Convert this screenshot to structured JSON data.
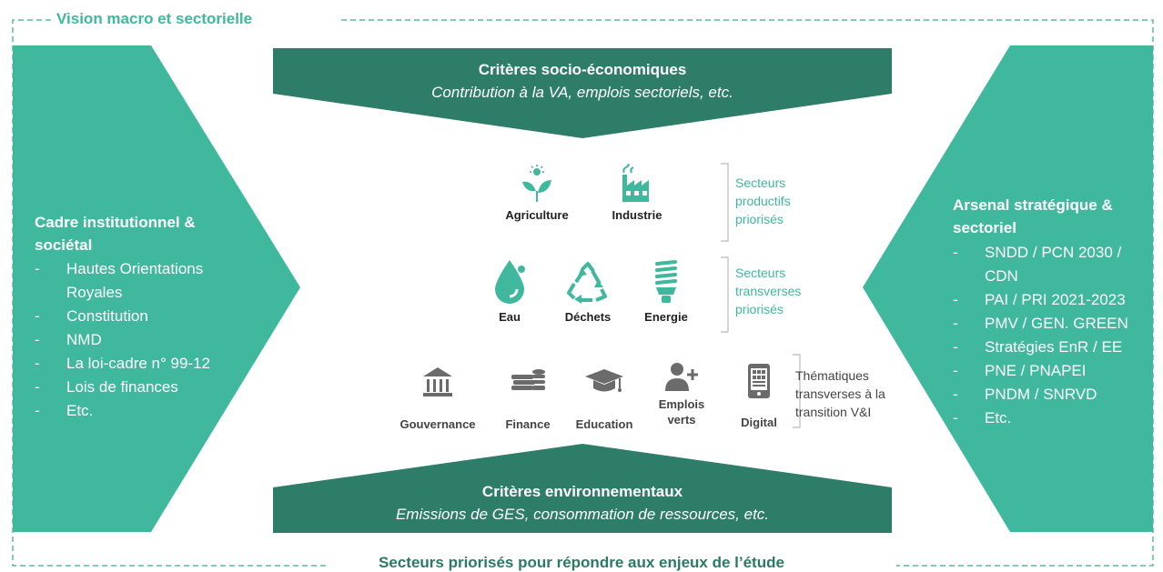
{
  "frame_title": "Vision macro et sectorielle",
  "bottom_title": "Secteurs priorisés pour répondre aux enjeux de l’étude",
  "left_panel": {
    "title": "Cadre institutionnel & sociétal",
    "items": [
      "Hautes Orientations Royales",
      "Constitution",
      "NMD",
      "La loi-cadre n° 99-12",
      "Lois de finances",
      "Etc."
    ]
  },
  "right_panel": {
    "title": "Arsenal stratégique & sectoriel",
    "items": [
      "SNDD / PCN 2030 / CDN",
      "PAI / PRI 2021-2023",
      "PMV / GEN. GREEN",
      "Stratégies EnR / EE",
      "PNE / PNAPEI",
      "PNDM / SNRVD",
      "Etc."
    ]
  },
  "top_banner": {
    "title": "Critères socio-économiques",
    "subtitle": "Contribution à la VA, emplois sectoriels, etc."
  },
  "bottom_banner": {
    "title": "Critères environnementaux",
    "subtitle": "Emissions de GES, consommation de ressources, etc."
  },
  "productive": {
    "note": [
      "Secteurs",
      "productifs",
      "priorisés"
    ],
    "items": [
      {
        "label": "Agriculture",
        "icon": "agriculture-icon"
      },
      {
        "label": "Industrie",
        "icon": "factory-icon"
      }
    ]
  },
  "transverse": {
    "note": [
      "Secteurs",
      "transverses",
      "priorisés"
    ],
    "items": [
      {
        "label": "Eau",
        "icon": "water-drop-icon"
      },
      {
        "label": "Déchets",
        "icon": "recycle-icon"
      },
      {
        "label": "Energie",
        "icon": "bulb-icon"
      }
    ]
  },
  "thematic": {
    "note": [
      "Thématiques",
      "transverses à la",
      "transition V&I"
    ],
    "items": [
      {
        "label": "Gouvernance",
        "icon": "institution-icon"
      },
      {
        "label": "Finance",
        "icon": "coins-icon"
      },
      {
        "label": "Education",
        "icon": "graduation-cap-icon"
      },
      {
        "label": "Emplois verts",
        "icon": "add-person-icon"
      },
      {
        "label": "Digital",
        "icon": "tablet-icon"
      }
    ]
  },
  "colors": {
    "teal": "#3fb89d",
    "dark_teal": "#2e7d68",
    "dashed": "#5fb8a2",
    "grey_icon": "#6b6b6b"
  }
}
